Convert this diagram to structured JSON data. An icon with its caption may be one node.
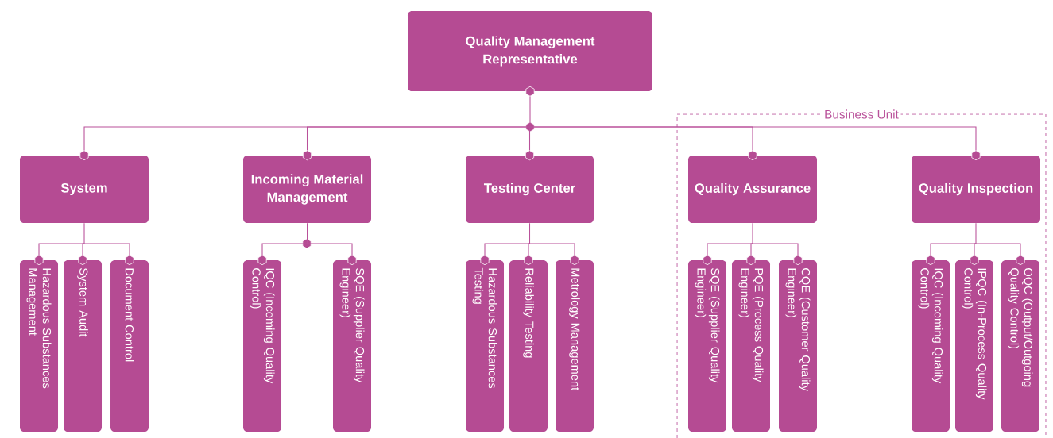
{
  "diagram": {
    "nodes": [
      {
        "text": [
          "Quality Management Representative"
        ]
      },
      {
        "text": [
          "System"
        ]
      },
      {
        "text": [
          "Hazardous Substances Management"
        ]
      },
      {
        "text": [
          "System Audit"
        ]
      },
      {
        "text": [
          "Document Control"
        ]
      },
      {
        "text": [
          "Incoming Material Management"
        ]
      },
      {
        "text": [
          "IQC (Incoming Quality Control)"
        ]
      },
      {
        "text": [
          "SQE (Supplier Quality Engineer)"
        ]
      },
      {
        "text": [
          "Testing Center"
        ]
      },
      {
        "text": [
          "Hazardous Substances Testing"
        ]
      },
      {
        "text": [
          "Reliability Testing"
        ]
      },
      {
        "text": [
          "Metrology Management"
        ]
      },
      {
        "text": [
          "Business Unit"
        ]
      },
      {
        "text": [
          "Quality Assurance"
        ],
        "in": 12
      },
      {
        "text": [
          "SQE (Supplier Quality Engineer)"
        ],
        "in": 12
      },
      {
        "text": [
          "PQE (Process Quality Engineer)"
        ],
        "in": 12
      },
      {
        "text": [
          "CQE (Customer Quality Engineer)"
        ],
        "in": 12
      },
      {
        "text": [
          "Quality Inspection"
        ],
        "in": 12
      },
      {
        "text": [
          "IQC (Incoming Quality Control)"
        ],
        "in": 12
      },
      {
        "text": [
          "IPQC (In-Process Quality Control)"
        ],
        "in": 12
      },
      {
        "text": [
          "OQC (Output/Outgoing Quality Control)"
        ],
        "in": 12
      }
    ],
    "edges": [
      {
        "from": 0,
        "to": 1,
        "arrow": "both"
      },
      {
        "from": 0,
        "to": 5,
        "arrow": "both"
      },
      {
        "from": 0,
        "to": 8,
        "arrow": "both"
      },
      {
        "from": 0,
        "to": 13,
        "arrow": "both"
      },
      {
        "from": 0,
        "to": 17,
        "arrow": "both"
      },
      {
        "from": 1,
        "to": 2,
        "arrow": "to"
      },
      {
        "from": 1,
        "to": 3,
        "arrow": "to"
      },
      {
        "from": 1,
        "to": 4,
        "arrow": "to"
      },
      {
        "from": 5,
        "to": 6,
        "arrow": "to"
      },
      {
        "from": 5,
        "to": 7,
        "arrow": "to"
      },
      {
        "from": 8,
        "to": 9,
        "arrow": "to"
      },
      {
        "from": 8,
        "to": 10,
        "arrow": "to"
      },
      {
        "from": 8,
        "to": 11,
        "arrow": "to"
      },
      {
        "from": 13,
        "to": 14,
        "arrow": "to"
      },
      {
        "from": 13,
        "to": 15,
        "arrow": "to"
      },
      {
        "from": 13,
        "to": 16,
        "arrow": "to"
      },
      {
        "from": 17,
        "to": 18,
        "arrow": "to"
      },
      {
        "from": 17,
        "to": 19,
        "arrow": "to"
      },
      {
        "from": 17,
        "to": 20,
        "arrow": "to"
      }
    ]
  }
}
